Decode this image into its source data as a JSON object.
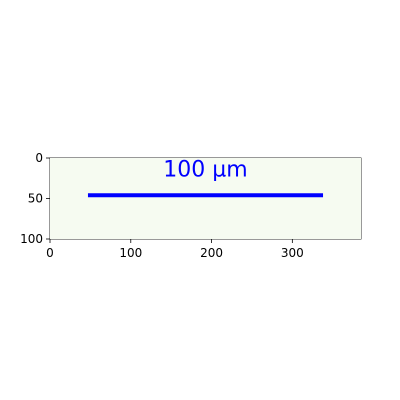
{
  "chart_data": {
    "type": "image",
    "xlim": [
      0,
      385
    ],
    "ylim": [
      100,
      0
    ],
    "x_ticks": [
      0,
      100,
      200,
      300
    ],
    "y_ticks": [
      0,
      50,
      100
    ],
    "grid": false,
    "image": {
      "background_color": "#f6fbf1"
    },
    "scale_bar": {
      "label": "100 µm",
      "x_start": 47,
      "x_end": 338,
      "y": 46,
      "label_y": 13,
      "color": "#0000ff"
    }
  }
}
